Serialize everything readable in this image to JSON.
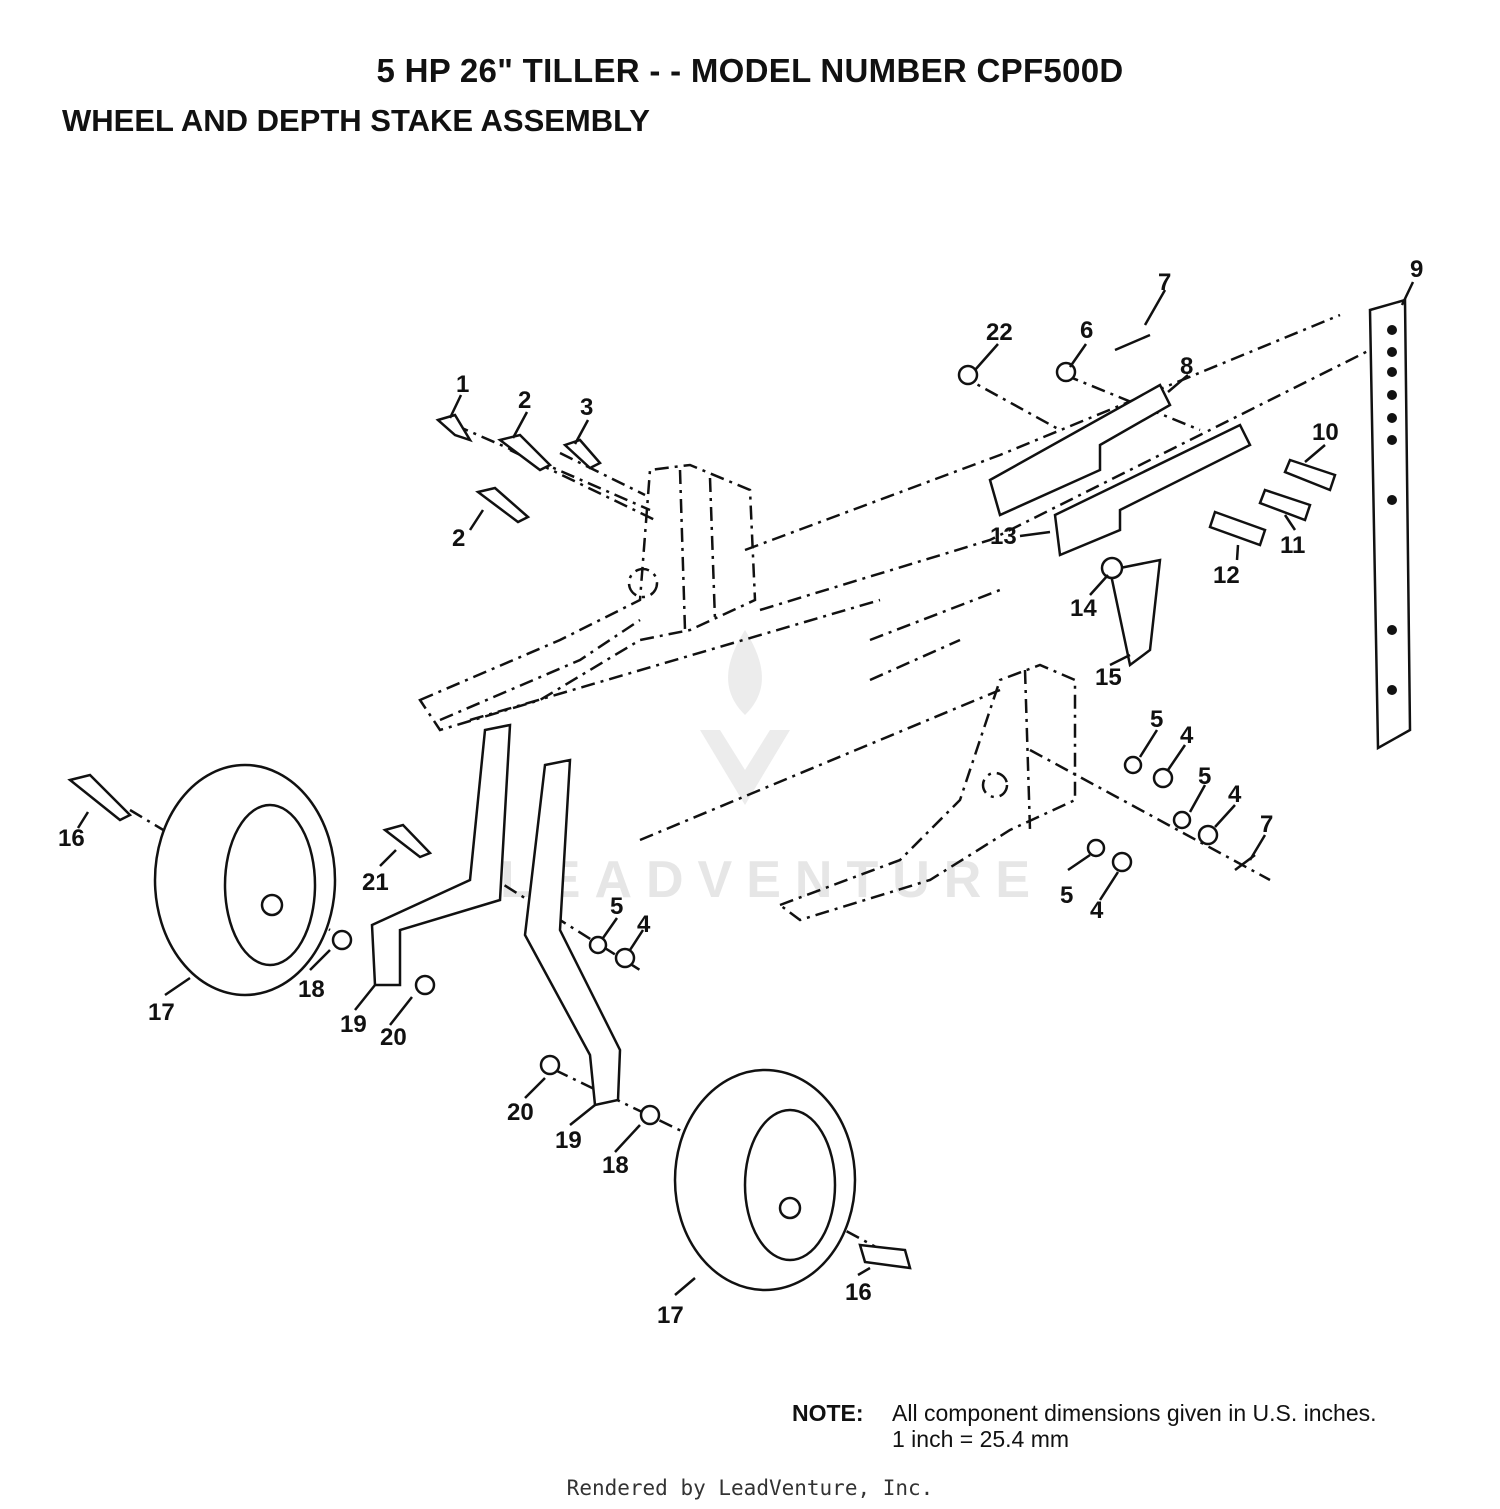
{
  "header": {
    "title": "5 HP 26\" TILLER - - MODEL NUMBER CPF500D",
    "subtitle": "WHEEL AND DEPTH STAKE ASSEMBLY"
  },
  "callouts": [
    "1",
    "2",
    "3",
    "2",
    "22",
    "6",
    "7",
    "8",
    "9",
    "10",
    "11",
    "12",
    "13",
    "14",
    "15",
    "5",
    "4",
    "5",
    "4",
    "7",
    "5",
    "4",
    "16",
    "21",
    "5",
    "4",
    "18",
    "17",
    "19",
    "20",
    "20",
    "19",
    "18",
    "16",
    "17"
  ],
  "note": {
    "label": "NOTE:",
    "line1": "All component dimensions given in U.S. inches.",
    "line2": "1 inch = 25.4 mm"
  },
  "watermark": "LEADVENTURE",
  "footer": "Rendered by LeadVenture, Inc."
}
